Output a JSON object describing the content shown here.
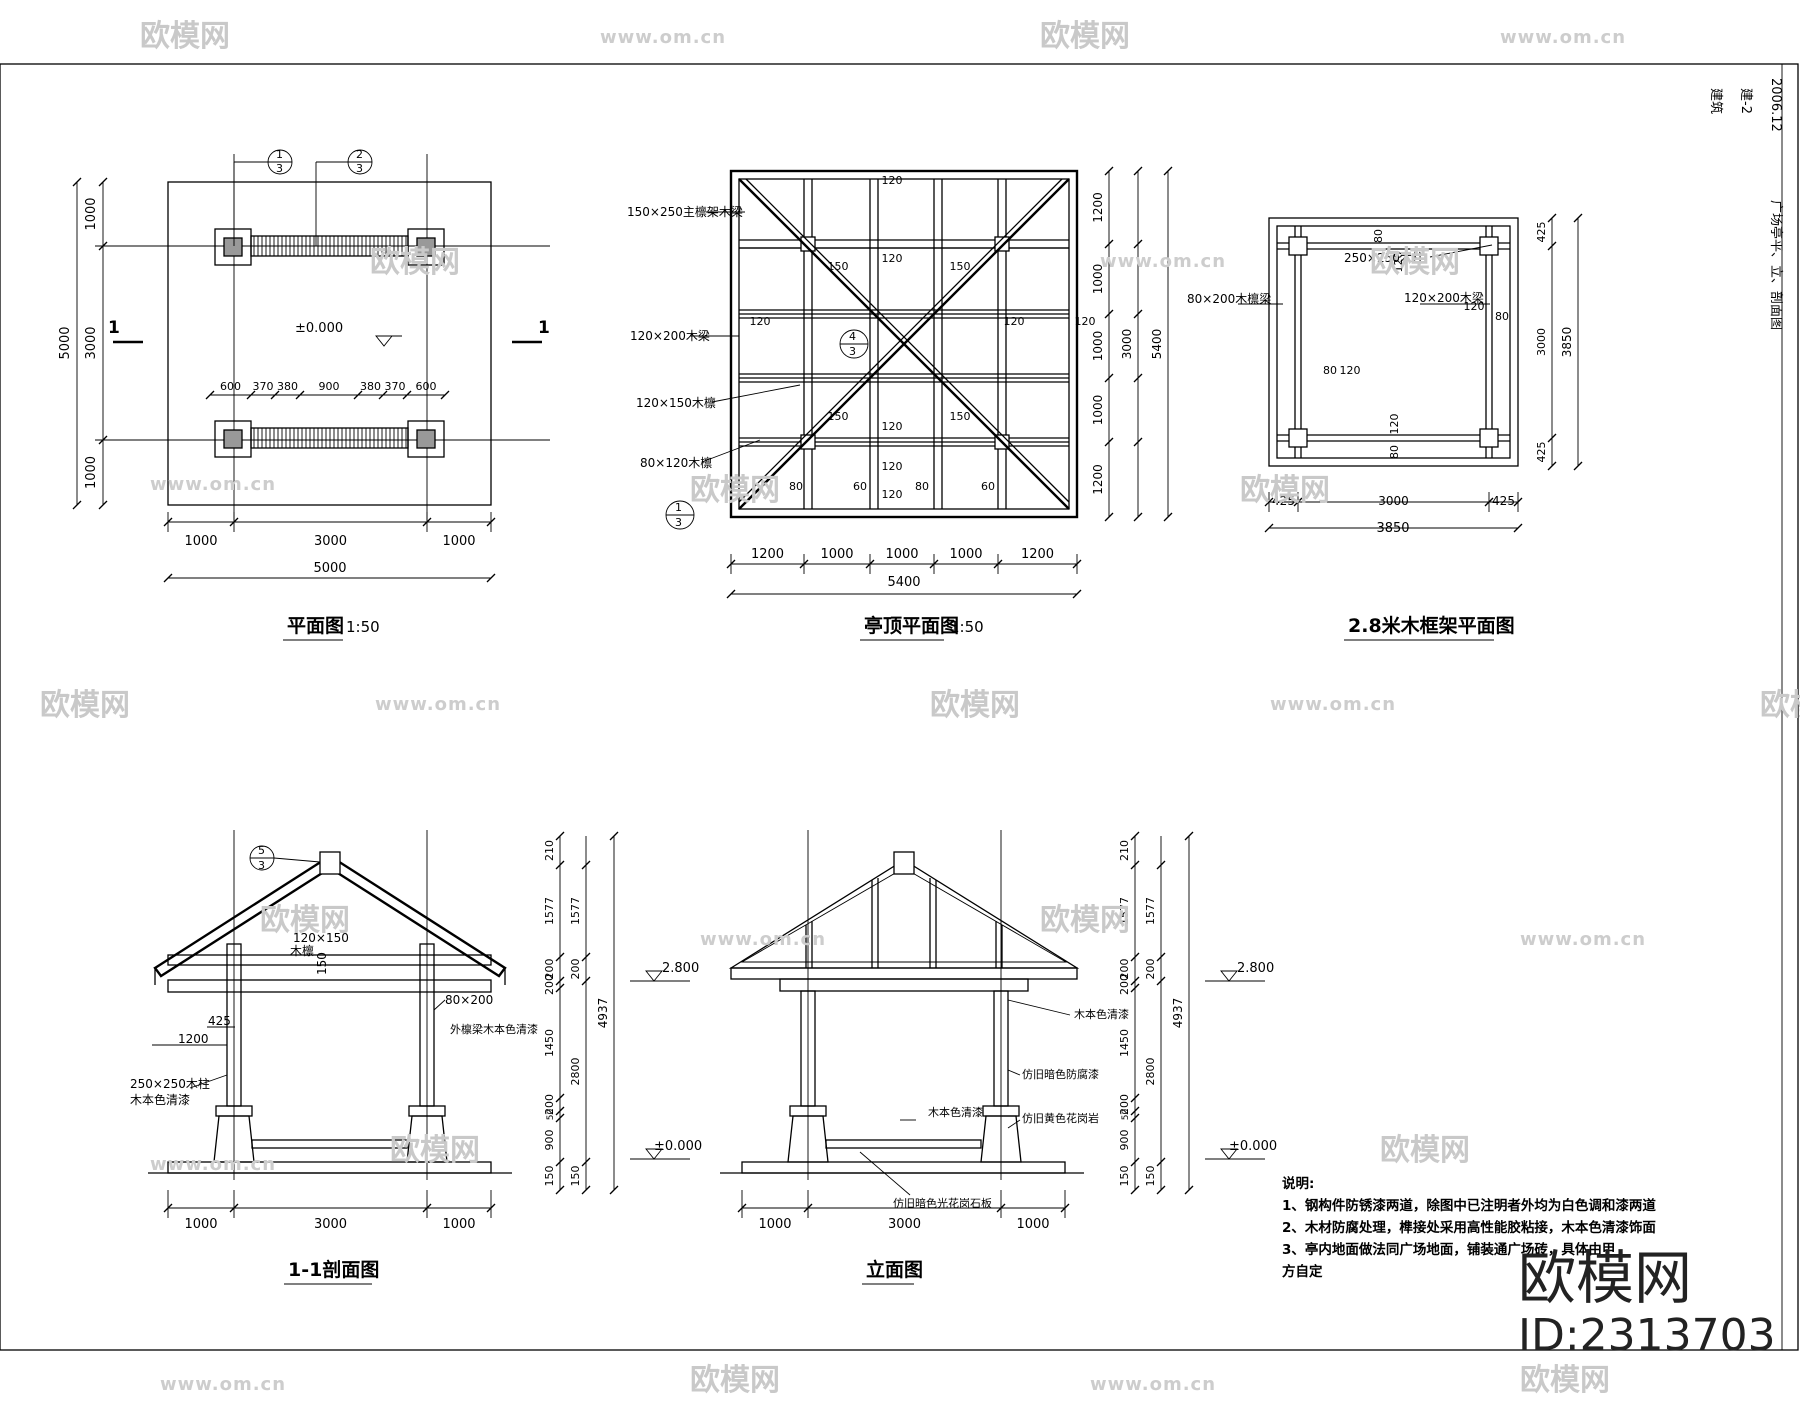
{
  "title_block": {
    "discipline": "建筑",
    "sheet_no": "建-2",
    "date": "2006.12",
    "drawing_name": "广场亭平、立、剖面图"
  },
  "plan": {
    "title": "平面图",
    "scale": "1:50",
    "elevation_mark": "±0.000",
    "section_mark_left": "1",
    "section_mark_right": "1",
    "callout_a": {
      "top": "1",
      "bottom": "3"
    },
    "callout_b": {
      "top": "2",
      "bottom": "3"
    },
    "bench_dims": [
      "600",
      "370",
      "380",
      "900",
      "380",
      "370",
      "600"
    ],
    "bottom_dims": [
      "1000",
      "3000",
      "1000"
    ],
    "bottom_total": "5000",
    "left_dims": [
      "1000",
      "3000",
      "1000"
    ],
    "left_total": "5000"
  },
  "roof_plan": {
    "title": "亭顶平面图",
    "scale": "1:50",
    "labels": [
      "150×250主檩架木梁",
      "120×200木梁",
      "120×150木檩",
      "80×120木檩"
    ],
    "callout": {
      "top": "4",
      "bottom": "3"
    },
    "callout2": {
      "top": "1",
      "bottom": "3"
    },
    "member_sizes": [
      "120",
      "120",
      "120",
      "120",
      "120",
      "120",
      "150",
      "150",
      "150",
      "150",
      "80",
      "60",
      "120",
      "80",
      "60",
      "120"
    ],
    "bottom_dims": [
      "1200",
      "1000",
      "1000",
      "1000",
      "1200"
    ],
    "bottom_total": "5400",
    "right_dims": [
      "1200",
      "1000",
      "1000",
      "1000",
      "1200"
    ],
    "right_mid": "3000",
    "right_total": "5400"
  },
  "frame_plan": {
    "title": "2.8米木框架平面图",
    "labels": [
      "250×250木柱",
      "120×200木梁",
      "80×200木檩梁"
    ],
    "member_sizes": [
      "80",
      "120",
      "120",
      "80",
      "80",
      "120",
      "120",
      "80"
    ],
    "bottom_dims": [
      "425",
      "3000",
      "425"
    ],
    "bottom_total": "3850",
    "right_dims": [
      "425",
      "3000",
      "425"
    ],
    "right_total": "3850"
  },
  "section": {
    "title": "1-1剖面图",
    "callout": {
      "top": "5",
      "bottom": "3"
    },
    "labels": [
      "木檩",
      "120×150",
      "150",
      "80×200",
      "外檩梁木本色清漆",
      "425",
      "1200",
      "250×250木柱",
      "木本色清漆"
    ],
    "bottom_dims": [
      "1000",
      "3000",
      "1000"
    ],
    "level_top": "2.800",
    "level_base": "±0.000",
    "height_dims_a": [
      "210",
      "1577",
      "200",
      "200",
      "1450",
      "200",
      "50",
      "900",
      "150"
    ],
    "height_dims_b": [
      "1577",
      "200",
      "2800",
      "150"
    ],
    "height_total": "4937"
  },
  "elevation": {
    "title": "立面图",
    "labels": [
      "木本色清漆",
      "仿旧暗色防腐漆",
      "木本色清漆",
      "仿旧黄色花岗岩",
      "仿旧暗色光花岗石板"
    ],
    "bottom_dims": [
      "1000",
      "3000",
      "1000"
    ],
    "level_top": "2.800",
    "level_base": "±0.000",
    "height_dims_a": [
      "210",
      "1577",
      "200",
      "200",
      "1450",
      "200",
      "50",
      "900",
      "150"
    ],
    "height_dims_b": [
      "1577",
      "200",
      "2800",
      "150"
    ],
    "height_total": "4937"
  },
  "notes": {
    "heading": "说明:",
    "lines": [
      "1、钢构件防锈漆两道，除图中已注明者外均为白色调和漆两道",
      "2、木材防腐处理，榫接处采用高性能胶粘接，木本色清漆饰面",
      "3、亭内地面做法同广场地面，铺装通广场砖，具体由甲",
      "方自定"
    ]
  },
  "watermark": {
    "brand": "欧模网",
    "url": "www.om.cn",
    "id": "ID:2313703"
  }
}
